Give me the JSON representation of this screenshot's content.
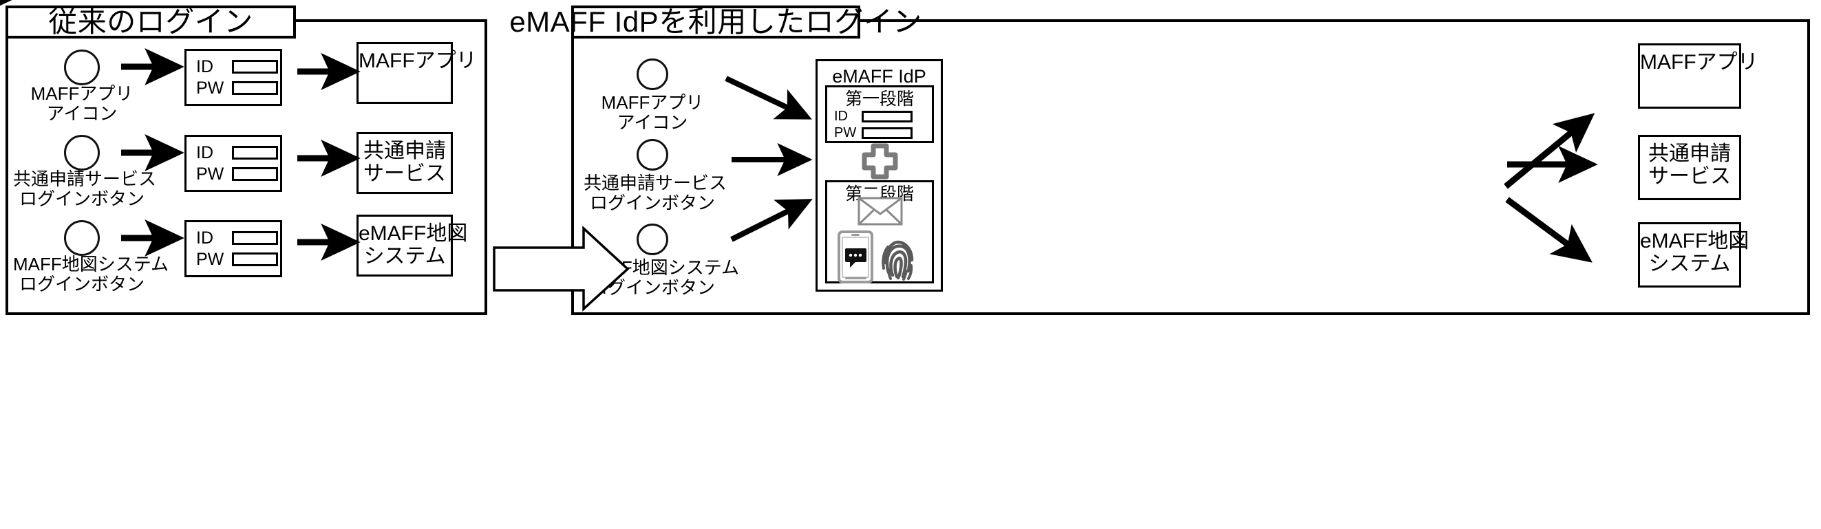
{
  "diagram": {
    "left_panel": {
      "title": "従来のログイン",
      "rows": [
        {
          "entry_icon": "circle",
          "entry_label_line1": "MAFFアプリ",
          "entry_label_line2": "アイコン",
          "form": {
            "id_label": "ID",
            "pw_label": "PW"
          },
          "result_line1": "MAFFアプリ",
          "result_line2": ""
        },
        {
          "entry_icon": "circle",
          "entry_label_line1": "共通申請サービス",
          "entry_label_line2": "ログインボタン",
          "form": {
            "id_label": "ID",
            "pw_label": "PW"
          },
          "result_line1": "共通申請",
          "result_line2": "サービス"
        },
        {
          "entry_icon": "circle",
          "entry_label_line1": "MAFF地図システム",
          "entry_label_line2": "ログインボタン",
          "form": {
            "id_label": "ID",
            "pw_label": "PW"
          },
          "result_line1": "eMAFF地図",
          "result_line2": "システム"
        }
      ]
    },
    "transition_arrow": "big-right-arrow",
    "right_panel": {
      "title": "eMAFF IdPを利用したログイン",
      "rows": [
        {
          "entry_icon": "circle",
          "entry_label_line1": "MAFFアプリ",
          "entry_label_line2": "アイコン"
        },
        {
          "entry_icon": "circle",
          "entry_label_line1": "共通申請サービス",
          "entry_label_line2": "ログインボタン"
        },
        {
          "entry_icon": "circle",
          "entry_label_line1": "MAFF地図システム",
          "entry_label_line2": "ログインボタン"
        }
      ],
      "idp": {
        "title": "eMAFF IdP",
        "first_stage": {
          "title": "第一段階",
          "id_label": "ID",
          "pw_label": "PW"
        },
        "plus_icon": "plus-icon",
        "second_stage": {
          "title": "第二段階",
          "icons": [
            "envelope-icon",
            "smartphone-sms-icon",
            "fingerprint-icon"
          ]
        }
      },
      "results": [
        {
          "line1": "MAFFアプリ",
          "line2": ""
        },
        {
          "line1": "共通申請",
          "line2": "サービス"
        },
        {
          "line1": "eMAFF地図",
          "line2": "システム"
        }
      ]
    },
    "colors": {
      "stroke": "#000000",
      "background": "#ffffff",
      "icon_gray": "#808080"
    }
  }
}
